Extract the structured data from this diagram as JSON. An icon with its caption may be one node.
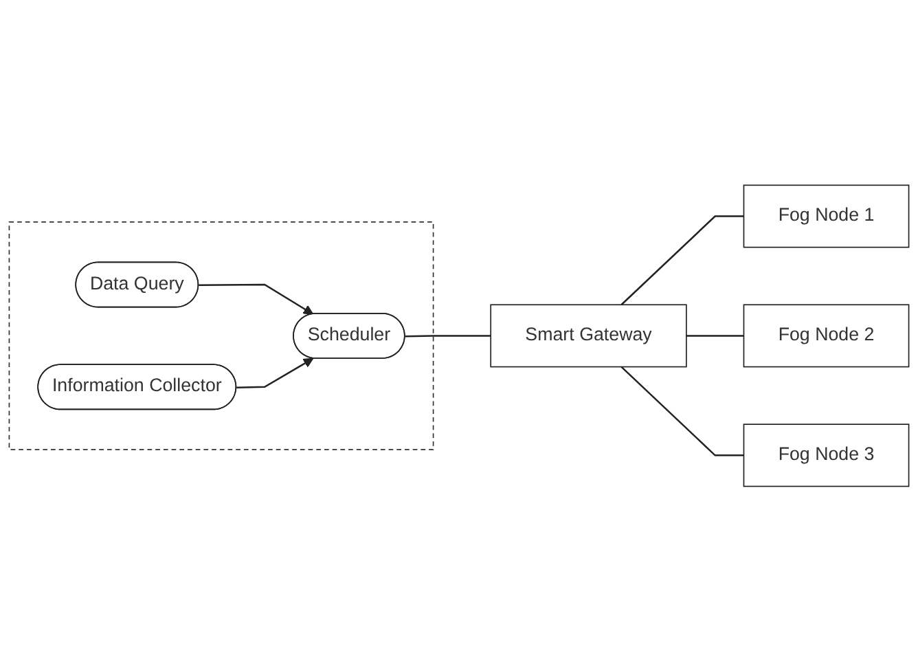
{
  "diagram": {
    "nodes": [
      {
        "text": [],
        "shape": "box"
      },
      {
        "text": [
          "Data Query"
        ],
        "in": 0
      },
      {
        "text": [
          "Information Collector"
        ],
        "in": 0
      },
      {
        "text": [
          "Scheduler"
        ],
        "in": 0
      },
      {
        "text": [
          "Smart Gateway"
        ]
      },
      {
        "text": [
          "Fog Node 1"
        ]
      },
      {
        "text": [
          "Fog Node 2"
        ]
      },
      {
        "text": [
          "Fog Node 3"
        ]
      }
    ],
    "edges": [
      {
        "from": 1,
        "to": 3,
        "arrow": "to"
      },
      {
        "from": 2,
        "to": 3,
        "arrow": "to"
      },
      {
        "from": 3,
        "to": 4,
        "arrow": "none"
      },
      {
        "from": 4,
        "to": 5,
        "arrow": "none"
      },
      {
        "from": 4,
        "to": 6,
        "arrow": "none"
      },
      {
        "from": 4,
        "to": 7,
        "arrow": "none"
      }
    ]
  }
}
